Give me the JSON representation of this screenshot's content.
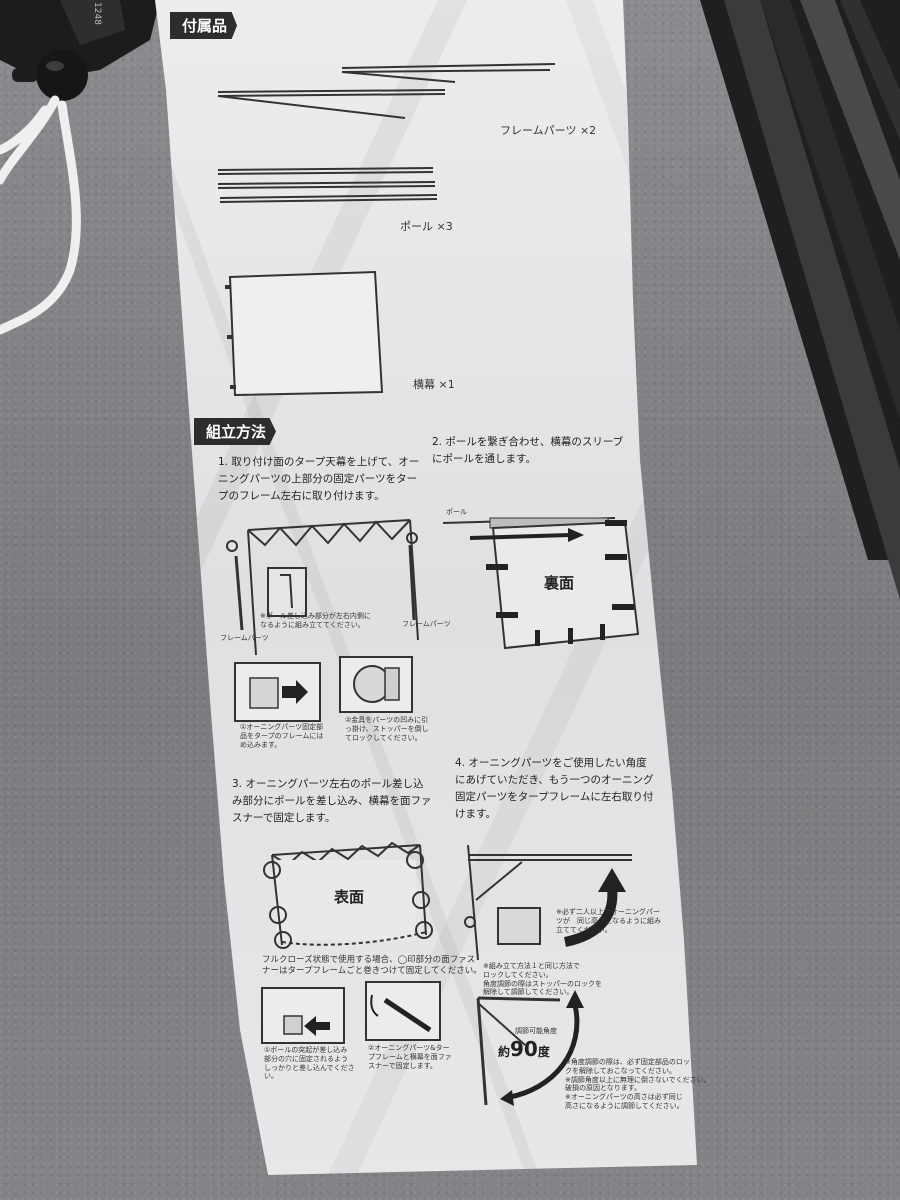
{
  "sheet": {
    "corner_code": "1248",
    "accessories": {
      "heading": "付属品",
      "frame_parts": "フレームパーツ ×2",
      "poles": "ポール ×3",
      "side_curtain": "横幕 ×1"
    },
    "assembly": {
      "heading": "組立方法",
      "step1": [
        "1. 取り付け面のタープ天幕を上げて、オー",
        "ニングパーツの上部分の固定パーツをター",
        "プのフレーム左右に取り付けます。"
      ],
      "step1_note": [
        "※ポール差し込み部分が左右内側に",
        "なるように組み立ててください。"
      ],
      "step1_left_label": "フレームパーツ",
      "step1_right_label": "フレームパーツ",
      "step1_fig_a": [
        "①オーニングパーツ固定部",
        "品をタープのフレームには",
        "め込みます。"
      ],
      "step1_fig_b": [
        "②金具をパーツの凹みに引",
        "っ掛け、ストッパーを倒し",
        "てロックしてください。"
      ],
      "step2": [
        "2. ポールを繋ぎ合わせ、横幕のスリーブ",
        "にポールを通します。"
      ],
      "step2_pole_label": "ポール",
      "step2_back": "裏面",
      "step3": [
        "3. オーニングパーツ左右のポール差し込",
        "み部分にポールを差し込み、横幕を面ファ",
        "スナーで固定します。"
      ],
      "step3_front": "表面",
      "step3_note": [
        "フルクローズ状態で使用する場合、◯印部分の面ファス",
        "ナーはタープフレームごと巻きつけて固定してください。"
      ],
      "step3_fig_a": [
        "①ポールの突起が差し込み",
        "部分の穴に固定されるよう",
        "しっかりと差し込んでくださ",
        "い。"
      ],
      "step3_fig_b": [
        "②オーニングパーツ&ター",
        "プフレームと横幕を面ファ",
        "スナーで固定します。"
      ],
      "step4": [
        "4. オーニングパーツをご使用したい角度",
        "にあげていただき、もう一つのオーニング",
        "固定パーツをタープフレームに左右取り付",
        "けます。"
      ],
      "step4_note_a": [
        "※必ず二人以上でオーニングパー",
        "ツが　同じ高さになるように組み",
        "立ててください。"
      ],
      "step4_note_b": [
        "※組み立て方法１と同じ方法で",
        "ロックしてください。",
        "角度調節の際はストッパーのロックを",
        "解除して調節してください。"
      ],
      "step4_angle_small": "調節可能角度",
      "step4_angle_prefix": "約",
      "step4_angle_value": "90",
      "step4_angle_suffix": "度",
      "step4_note_c": [
        "※角度調節の際は、必ず固定部品のロッ",
        "クを解除しておこなってください。",
        "※調節角度以上に無理に倒さないでください。",
        "破損の原因となります。",
        "※オーニングパーツの高さは必ず同じ",
        "高さになるように調節してください。"
      ]
    }
  }
}
